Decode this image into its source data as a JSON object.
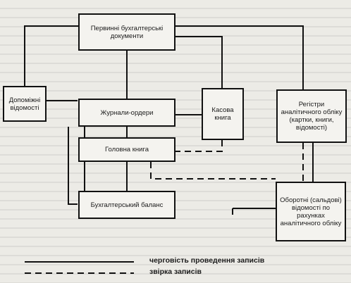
{
  "diagram": {
    "nodes": {
      "primary_docs": "Первинні бухгалтерські документи",
      "auxiliary_sheets": "Допоміжні відомості",
      "journals_orders": "Журнали-ордери",
      "cash_book": "Касова книга",
      "analytic_registers": "Регістри аналітичного обліку (картки, книги, відомості)",
      "general_ledger": "Головна книга",
      "turnover_sheets": "Оборотні (сальдові) відомості по рахунках аналітичного обліку",
      "balance": "Бухгалтерський баланс"
    },
    "legend": {
      "solid": "черговість проведення записів",
      "dashed": "звірка записів"
    }
  }
}
